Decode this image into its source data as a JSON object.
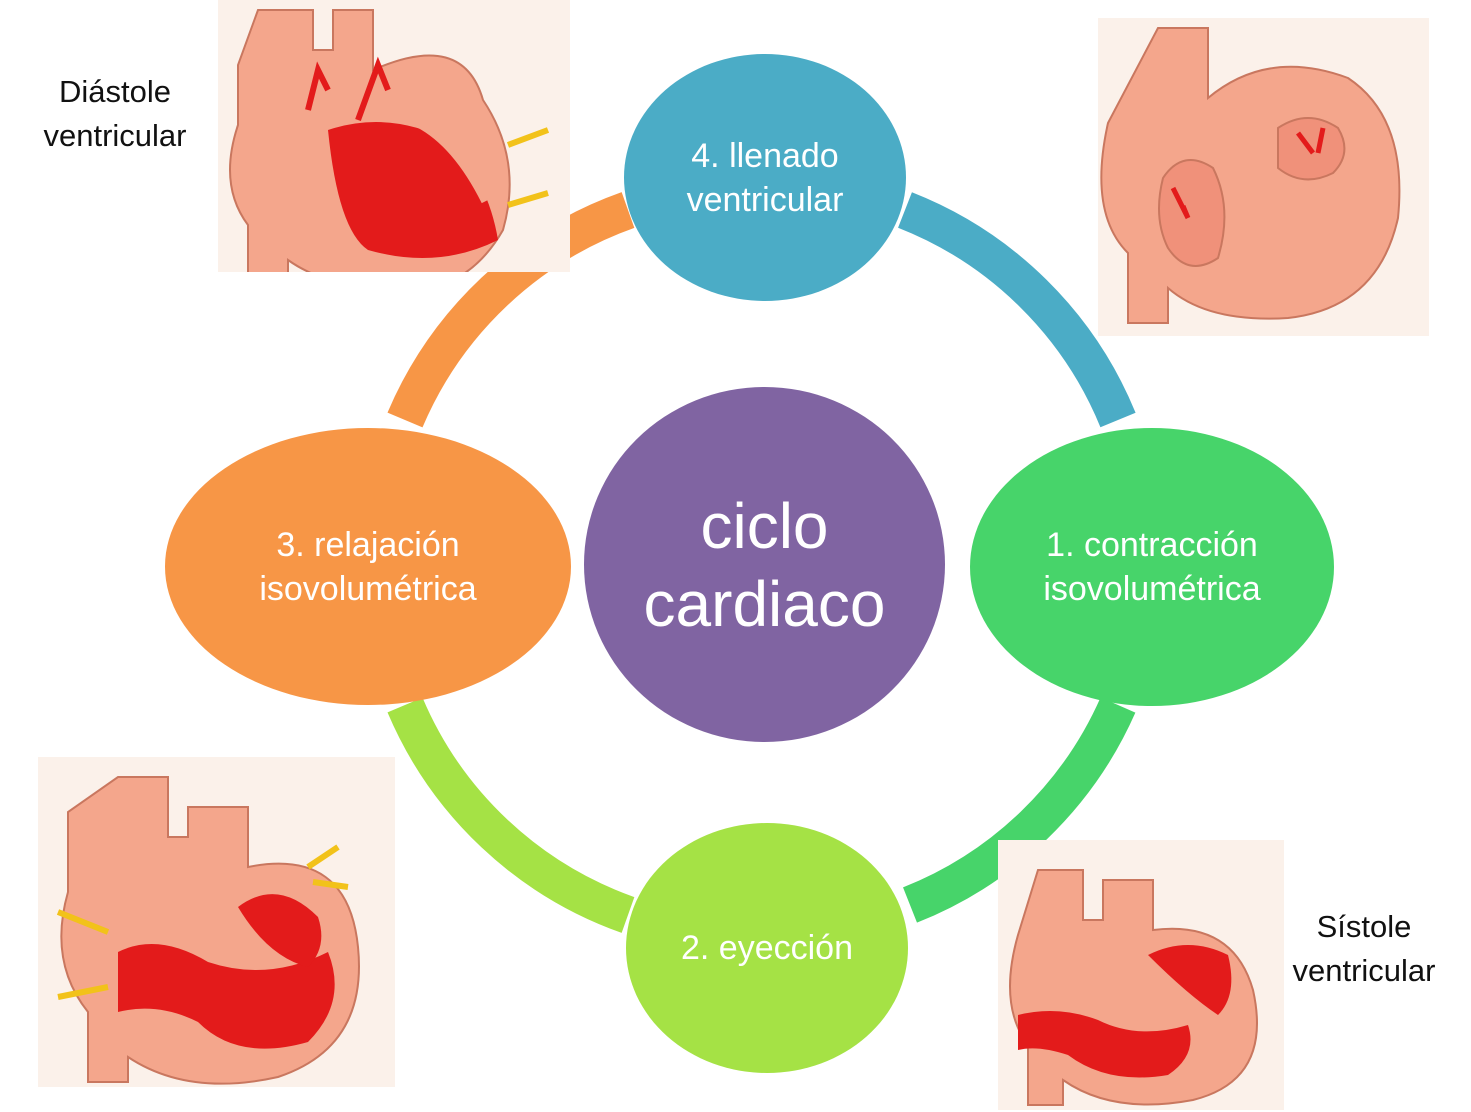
{
  "diagram": {
    "center": {
      "line1": "ciclo",
      "line2": "cardiaco",
      "color": "#8064a2"
    },
    "nodes": [
      {
        "id": "contraccion",
        "line1": "1. contracción",
        "line2": "isovolumétrica",
        "color": "#47d46a"
      },
      {
        "id": "eyeccion",
        "line1": "2. eyección",
        "line2": "",
        "color": "#a5e245"
      },
      {
        "id": "relajacion",
        "line1": "3. relajación",
        "line2": "isovolumétrica",
        "color": "#f79646"
      },
      {
        "id": "llenado",
        "line1": "4. llenado",
        "line2": "ventricular",
        "color": "#4bacc6"
      }
    ],
    "labels": {
      "diastole": {
        "line1": "Diástole",
        "line2": "ventricular"
      },
      "sistole": {
        "line1": "Sístole",
        "line2": "ventricular"
      }
    },
    "colors": {
      "heart_tissue": "#f4a68c",
      "blood": "#e31b1b",
      "arrow": "#f2c21a",
      "background": "#ffffff"
    }
  }
}
